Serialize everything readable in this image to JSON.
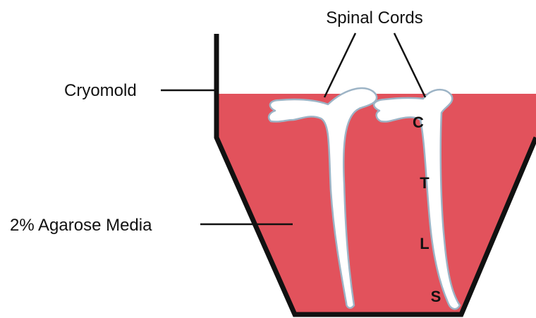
{
  "labels": {
    "cords": "Spinal Cords",
    "mold": "Cryomold",
    "media": "2% Agarose Media"
  },
  "segments": [
    "C",
    "T",
    "L",
    "S"
  ],
  "colors": {
    "media": "#e2525c",
    "mold_wall": "#111111",
    "cord_fill": "#ffffff",
    "cord_outline": "#9db4c6",
    "leader_line": "#111111"
  }
}
